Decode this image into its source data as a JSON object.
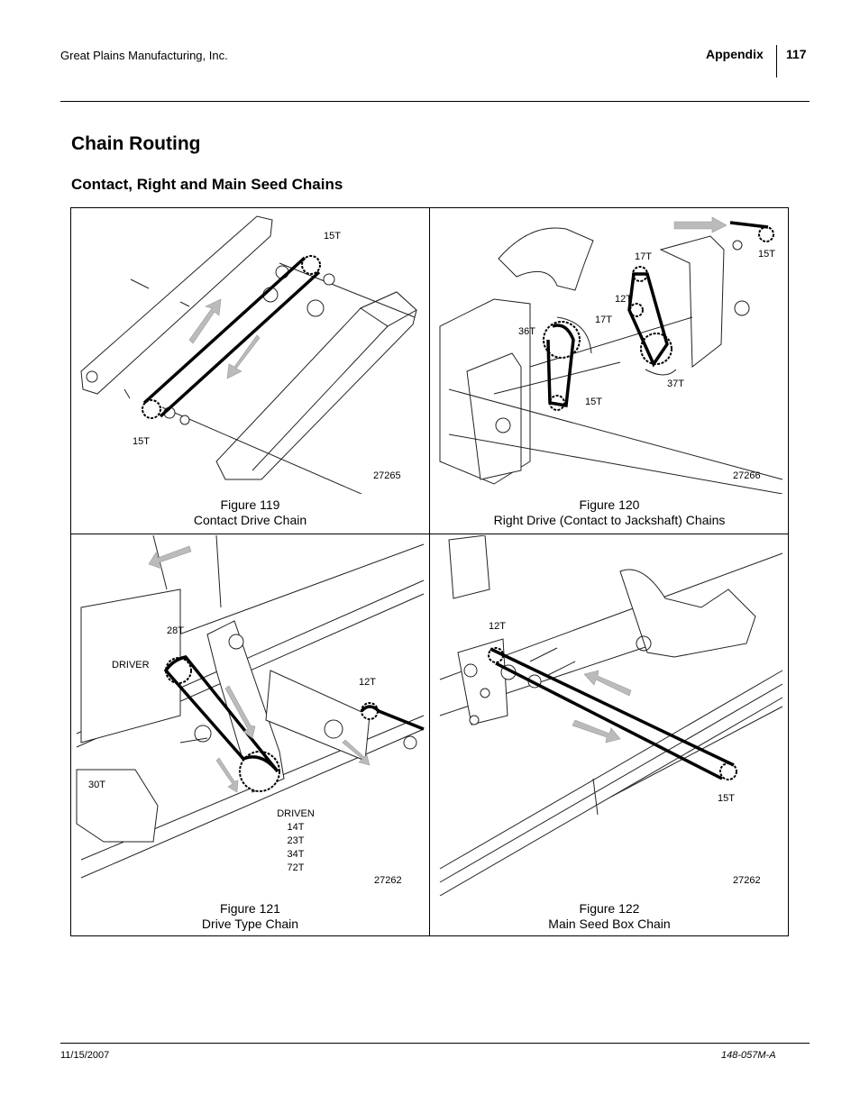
{
  "header": {
    "company": "Great Plains Manufacturing, Inc.",
    "section": "Appendix",
    "page_number": "117"
  },
  "title": "Chain Routing",
  "subtitle": "Contact, Right and Main Seed Chains",
  "figures": [
    {
      "number": "Figure 119",
      "caption": "Contact Drive Chain",
      "art_id": "27265",
      "labels": {
        "top": "15T",
        "bottom": "15T"
      }
    },
    {
      "number": "Figure 120",
      "caption": "Right Drive (Contact to Jackshaft) Chains",
      "art_id": "27266",
      "labels": {
        "a": "15T",
        "b": "17T",
        "c": "12T",
        "d": "17T",
        "e": "36T",
        "f": "37T",
        "g": "15T"
      }
    },
    {
      "number": "Figure 121",
      "caption": "Drive Type Chain",
      "art_id": "27262",
      "labels": {
        "a": "28T",
        "driver": "DRIVER",
        "b": "12T",
        "c": "30T",
        "driven_title": "DRIVEN",
        "driven": [
          "14T",
          "23T",
          "34T",
          "72T"
        ]
      }
    },
    {
      "number": "Figure 122",
      "caption": "Main Seed Box Chain",
      "art_id": "27262",
      "labels": {
        "a": "12T",
        "b": "15T"
      }
    }
  ],
  "footer": {
    "date": "11/15/2007",
    "doc_number": "148-057M-A"
  }
}
